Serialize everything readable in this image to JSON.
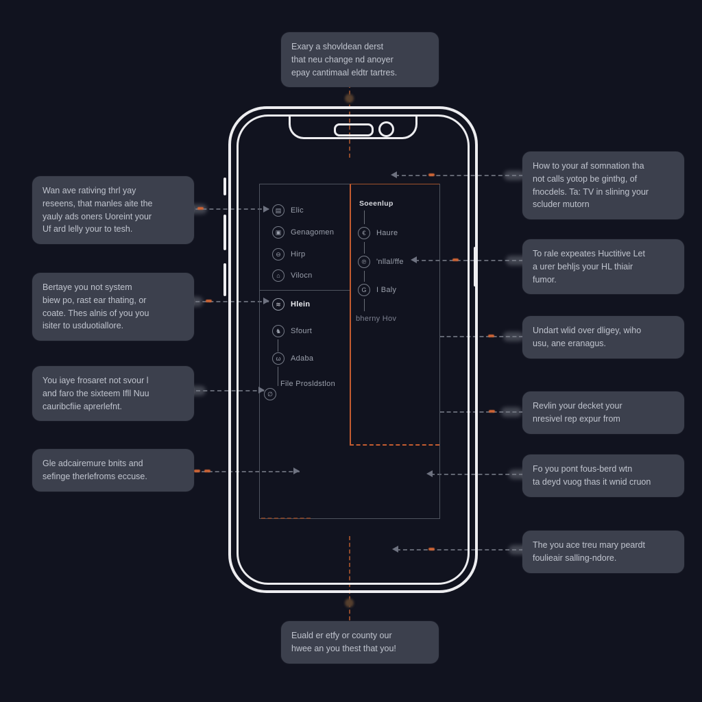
{
  "colors": {
    "background": "#11131f",
    "callout_bg": "#3c404d",
    "callout_text": "#c0c4ce",
    "phone_frame": "#ededf0",
    "panel_border": "#4f545f",
    "accent_orange": "#c45c30",
    "connector_gray": "#626672",
    "menu_text": "#9ba0ac",
    "menu_active_text": "#e9eaef"
  },
  "callouts": {
    "top": {
      "text": "Exary a shovldean derst\nthat neu change nd anoyer\nepay cantimaal eldtr tartres."
    },
    "bottom": {
      "text": "Euald er etfy or county our\nhwee an you thest that you!"
    },
    "left": [
      {
        "text": "Wan ave rativing thrl yay\nreseens, that manles aite the\nyauly ads oners Uoreint your\nUf ard lelly your to tesh."
      },
      {
        "text": "Bertaye you not system\nbiew po, rast ear thating, or\ncoate. Thes alnis of you you\nisiter to usduotiallore."
      },
      {
        "text": "You iaye frosaret not svour l\nand faro the sixteem Ifll Nuu\ncauribcfiie aprerlefnt."
      },
      {
        "text": "Gle adcairemure bnits and\nsefinge therlefroms eccuse."
      }
    ],
    "right": [
      {
        "text": "How to your af somnation tha\nnot calls yotop be ginthg, of\nfnocdels. Ta: TV in slining your\nscluder mutorn"
      },
      {
        "text": "To rale expeates Huctitive Let\na urer behljs your HL thiair\nfumor."
      },
      {
        "text": "Undart wlid over dligey, wiho\nusu, ane eranagus."
      },
      {
        "text": "Revlin your decket your\nnresivel rep expur from"
      },
      {
        "text": "Fo you pont fous-berd wtn\nta deyd vuog thas it wnid cruon"
      },
      {
        "text": "The you ace treu mary peardt\nfoulieair salling-ndore."
      }
    ]
  },
  "phone": {
    "menu_left": {
      "group1": [
        {
          "icon": "▤",
          "label": "Elic"
        },
        {
          "icon": "▣",
          "label": "Genagomen"
        },
        {
          "icon": "⊖",
          "label": "Hirp"
        },
        {
          "icon": "⌂",
          "label": "Vilocn"
        }
      ],
      "group2": [
        {
          "icon": "≋",
          "label": "Hlein"
        },
        {
          "icon": "♞",
          "label": "Sfourt"
        },
        {
          "icon": "ω",
          "label": "Adaba"
        },
        {
          "icon": "∅",
          "label": "File Prosldstlon"
        }
      ]
    },
    "menu_right": {
      "header": "Soeenlup",
      "items": [
        {
          "icon": "€",
          "label": "Haure"
        },
        {
          "icon": "℗",
          "label": "'nllal/ffe"
        },
        {
          "icon": "G",
          "label": "I Baly"
        }
      ],
      "footer": "bherny Hov"
    }
  }
}
